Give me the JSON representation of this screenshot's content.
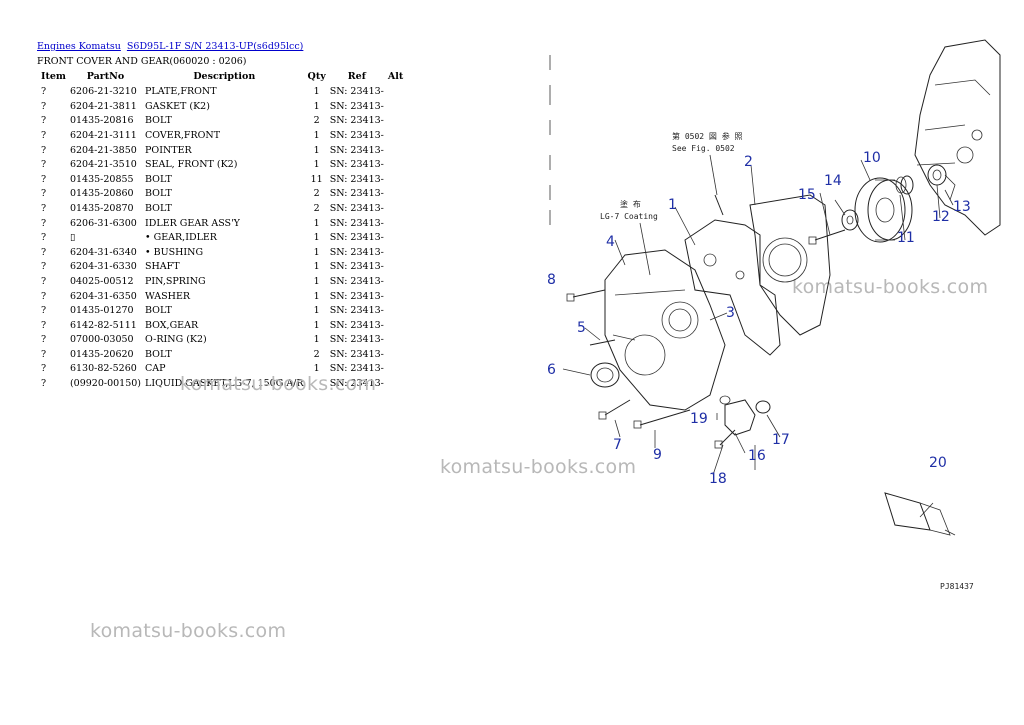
{
  "breadcrumb": {
    "links": [
      "Engines Komatsu",
      "S6D95L-1F S/N 23413-UP(s6d95lcc)"
    ]
  },
  "section_title": "FRONT COVER AND GEAR(060020 : 0206)",
  "table": {
    "headers": [
      "Item",
      "PartNo",
      "Description",
      "Qty",
      "Ref",
      "Alt"
    ],
    "rows": [
      [
        "?",
        "6206-21-3210",
        "PLATE,FRONT",
        "1",
        "SN: 23413-",
        ""
      ],
      [
        "?",
        "6204-21-3811",
        "GASKET (K2)",
        "1",
        "SN: 23413-",
        ""
      ],
      [
        "?",
        "01435-20816",
        "BOLT",
        "2",
        "SN: 23413-",
        ""
      ],
      [
        "?",
        "6204-21-3111",
        "COVER,FRONT",
        "1",
        "SN: 23413-",
        ""
      ],
      [
        "?",
        "6204-21-3850",
        "POINTER",
        "1",
        "SN: 23413-",
        ""
      ],
      [
        "?",
        "6204-21-3510",
        "SEAL, FRONT (K2)",
        "1",
        "SN: 23413-",
        ""
      ],
      [
        "?",
        "01435-20855",
        "BOLT",
        "11",
        "SN: 23413-",
        ""
      ],
      [
        "?",
        "01435-20860",
        "BOLT",
        "2",
        "SN: 23413-",
        ""
      ],
      [
        "?",
        "01435-20870",
        "BOLT",
        "2",
        "SN: 23413-",
        ""
      ],
      [
        "?",
        "6206-31-6300",
        "IDLER GEAR ASS'Y",
        "1",
        "SN: 23413-",
        ""
      ],
      [
        "?",
        "▯",
        "• GEAR,IDLER",
        "1",
        "SN: 23413-",
        ""
      ],
      [
        "?",
        "6204-31-6340",
        "• BUSHING",
        "1",
        "SN: 23413-",
        ""
      ],
      [
        "?",
        "6204-31-6330",
        "SHAFT",
        "1",
        "SN: 23413-",
        ""
      ],
      [
        "?",
        "04025-00512",
        "PIN,SPRING",
        "1",
        "SN: 23413-",
        ""
      ],
      [
        "?",
        "6204-31-6350",
        "WASHER",
        "1",
        "SN: 23413-",
        ""
      ],
      [
        "?",
        "01435-01270",
        "BOLT",
        "1",
        "SN: 23413-",
        ""
      ],
      [
        "?",
        "6142-82-5111",
        "BOX,GEAR",
        "1",
        "SN: 23413-",
        ""
      ],
      [
        "?",
        "07000-03050",
        "O-RING (K2)",
        "1",
        "SN: 23413-",
        ""
      ],
      [
        "?",
        "01435-20620",
        "BOLT",
        "2",
        "SN: 23413-",
        ""
      ],
      [
        "?",
        "6130-82-5260",
        "CAP",
        "1",
        "SN: 23413-",
        ""
      ],
      [
        "?",
        "(09920-00150)",
        "LIQUID GASKET,LG-7, 150G A/R",
        "",
        "SN: 23413-",
        ""
      ]
    ]
  },
  "watermark_text": "komatsu-books.com",
  "diagram": {
    "callouts": [
      "1",
      "2",
      "3",
      "4",
      "5",
      "6",
      "7",
      "8",
      "9",
      "10",
      "11",
      "12",
      "13",
      "14",
      "15",
      "16",
      "17",
      "18",
      "19",
      "20"
    ],
    "note_ref_line1": "第 0502 図 参 照",
    "note_ref_line2": "See Fig. 0502",
    "note_coat_line1": "塗 布",
    "note_coat_line2": "LG-7 Coating",
    "drawing_code": "PJ81437"
  }
}
